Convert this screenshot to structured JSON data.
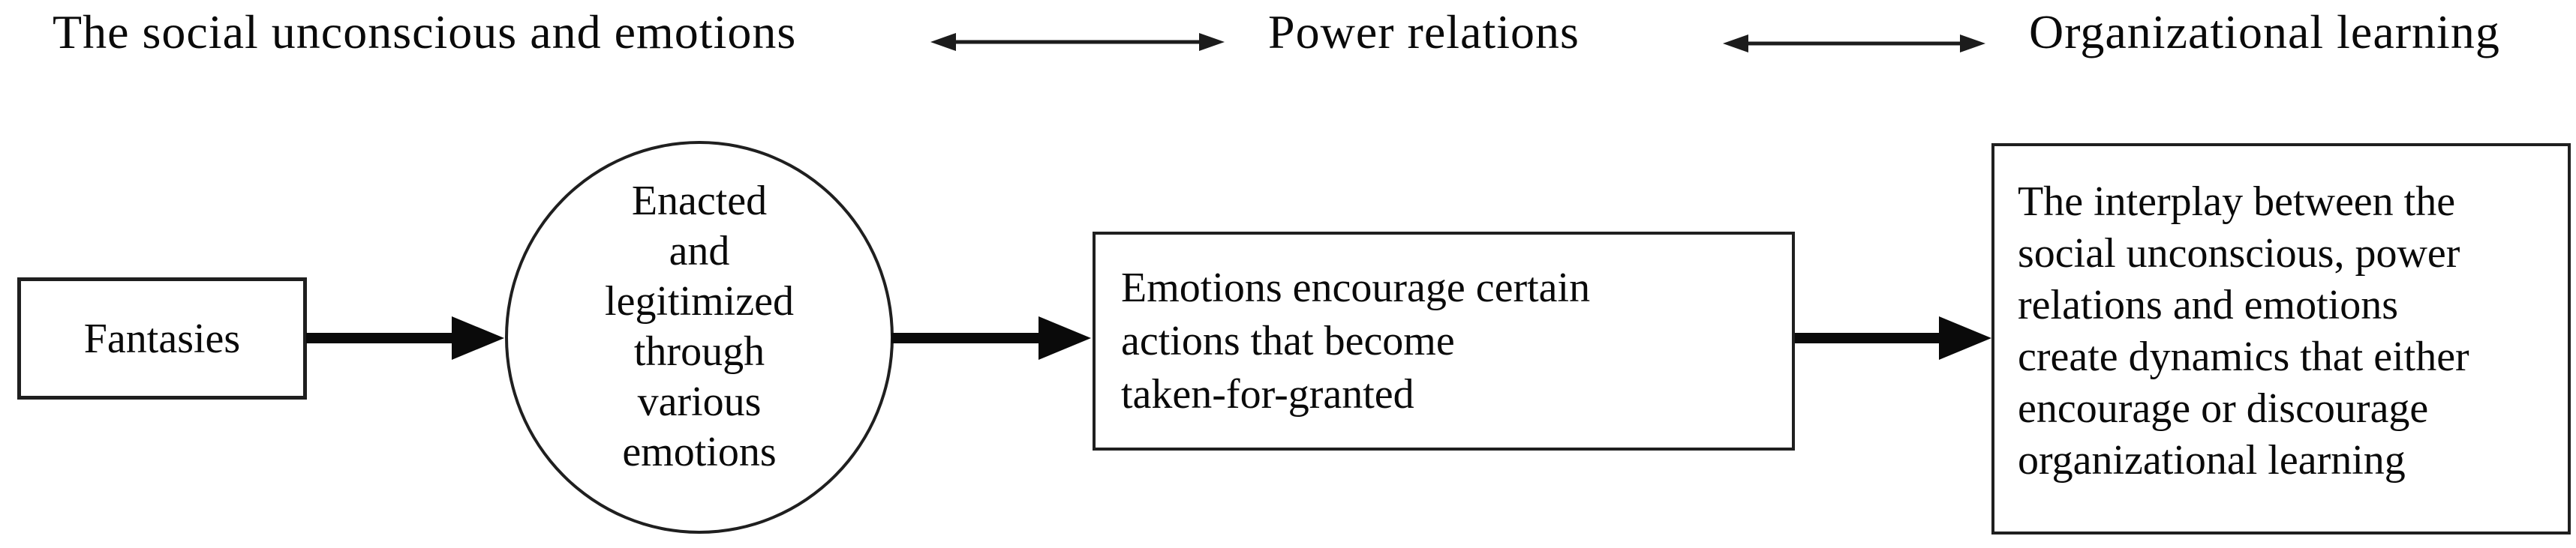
{
  "colors": {
    "background": "#ffffff",
    "ink": "#0a0a0a",
    "border": "#1f1f1f"
  },
  "header": {
    "title_left": "The social unconscious and emotions",
    "title_middle": "Power relations",
    "title_right": "Organizational learning"
  },
  "flow": {
    "fantasies_box": {
      "label": "Fantasies"
    },
    "emotions_circle": {
      "lines": [
        "Enacted",
        "and",
        "legitimized",
        "through",
        "various",
        "emotions"
      ]
    },
    "actions_box": {
      "lines": [
        "Emotions encourage certain",
        "actions that become",
        "taken-for-granted"
      ]
    },
    "interplay_box": {
      "lines": [
        "The interplay between the",
        "social unconscious, power",
        "relations and emotions",
        "create dynamics that either",
        "encourage or discourage",
        "organizational learning"
      ]
    }
  }
}
